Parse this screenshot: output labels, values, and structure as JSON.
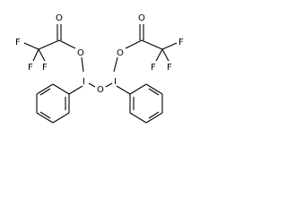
{
  "atoms": {
    "iodine_left": "I",
    "iodine_right": "I",
    "oxygen_bridge": "O",
    "oxygen_ester_left": "O",
    "oxygen_ester_right": "O",
    "oxygen_carbonyl_left": "O",
    "oxygen_carbonyl_right": "O",
    "fluorine_left_1": "F",
    "fluorine_left_2": "F",
    "fluorine_left_3": "F",
    "fluorine_right_1": "F",
    "fluorine_right_2": "F",
    "fluorine_right_3": "F"
  }
}
